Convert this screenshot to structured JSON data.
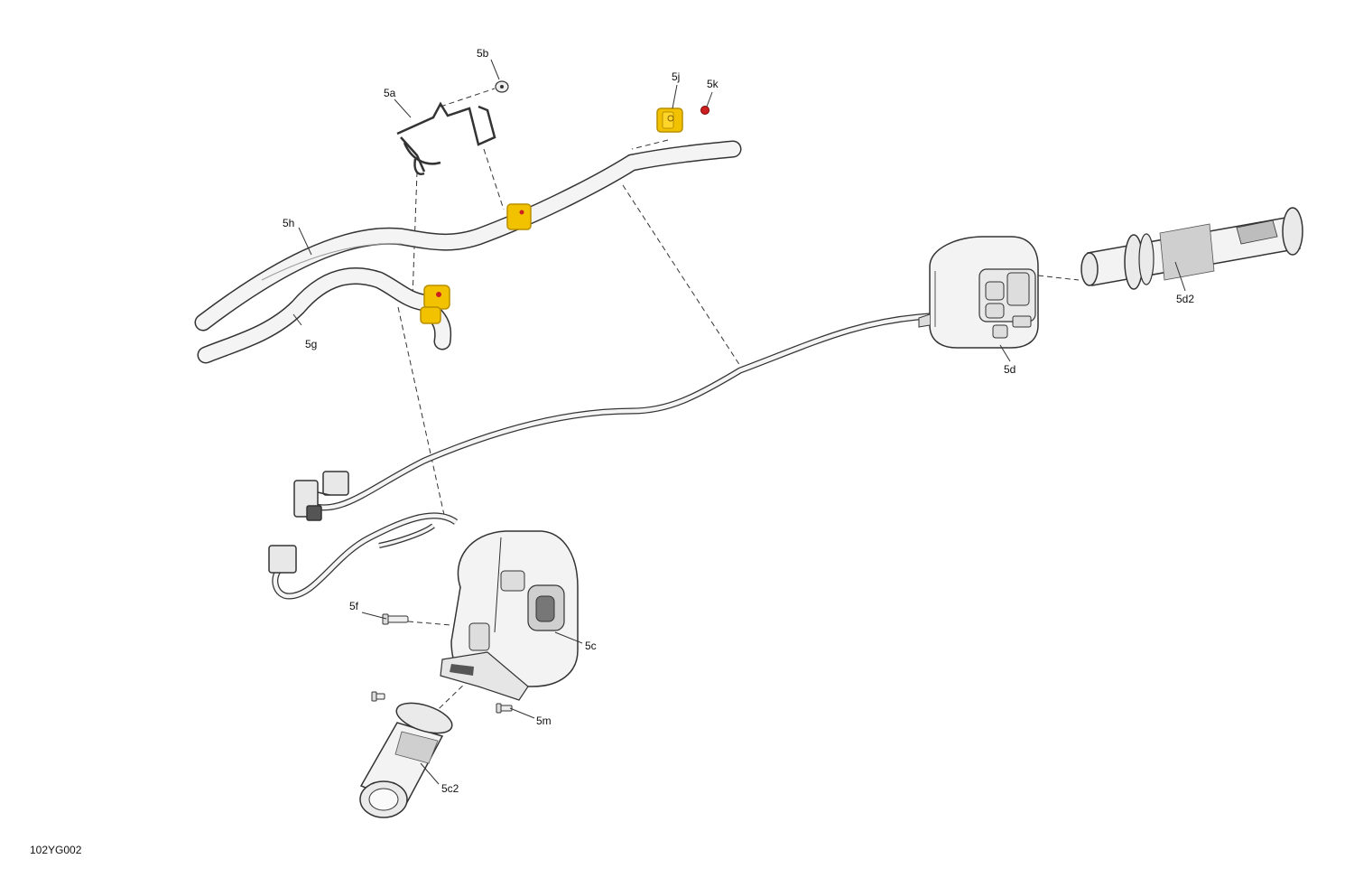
{
  "figure_code": "102YG002",
  "callouts": {
    "c5a": "5a",
    "c5b": "5b",
    "c5j": "5j",
    "c5k": "5k",
    "c5h": "5h",
    "c5g": "5g",
    "c5d": "5d",
    "c5d2": "5d2",
    "c5f": "5f",
    "c5c": "5c",
    "c5m": "5m",
    "c5c2": "5c2"
  },
  "colors": {
    "line": "#333333",
    "part_fill": "#f2f2f2",
    "clamp_yellow": "#f2c200",
    "clamp_yellow_dark": "#b88f00",
    "screw_red": "#cc1f1f"
  }
}
